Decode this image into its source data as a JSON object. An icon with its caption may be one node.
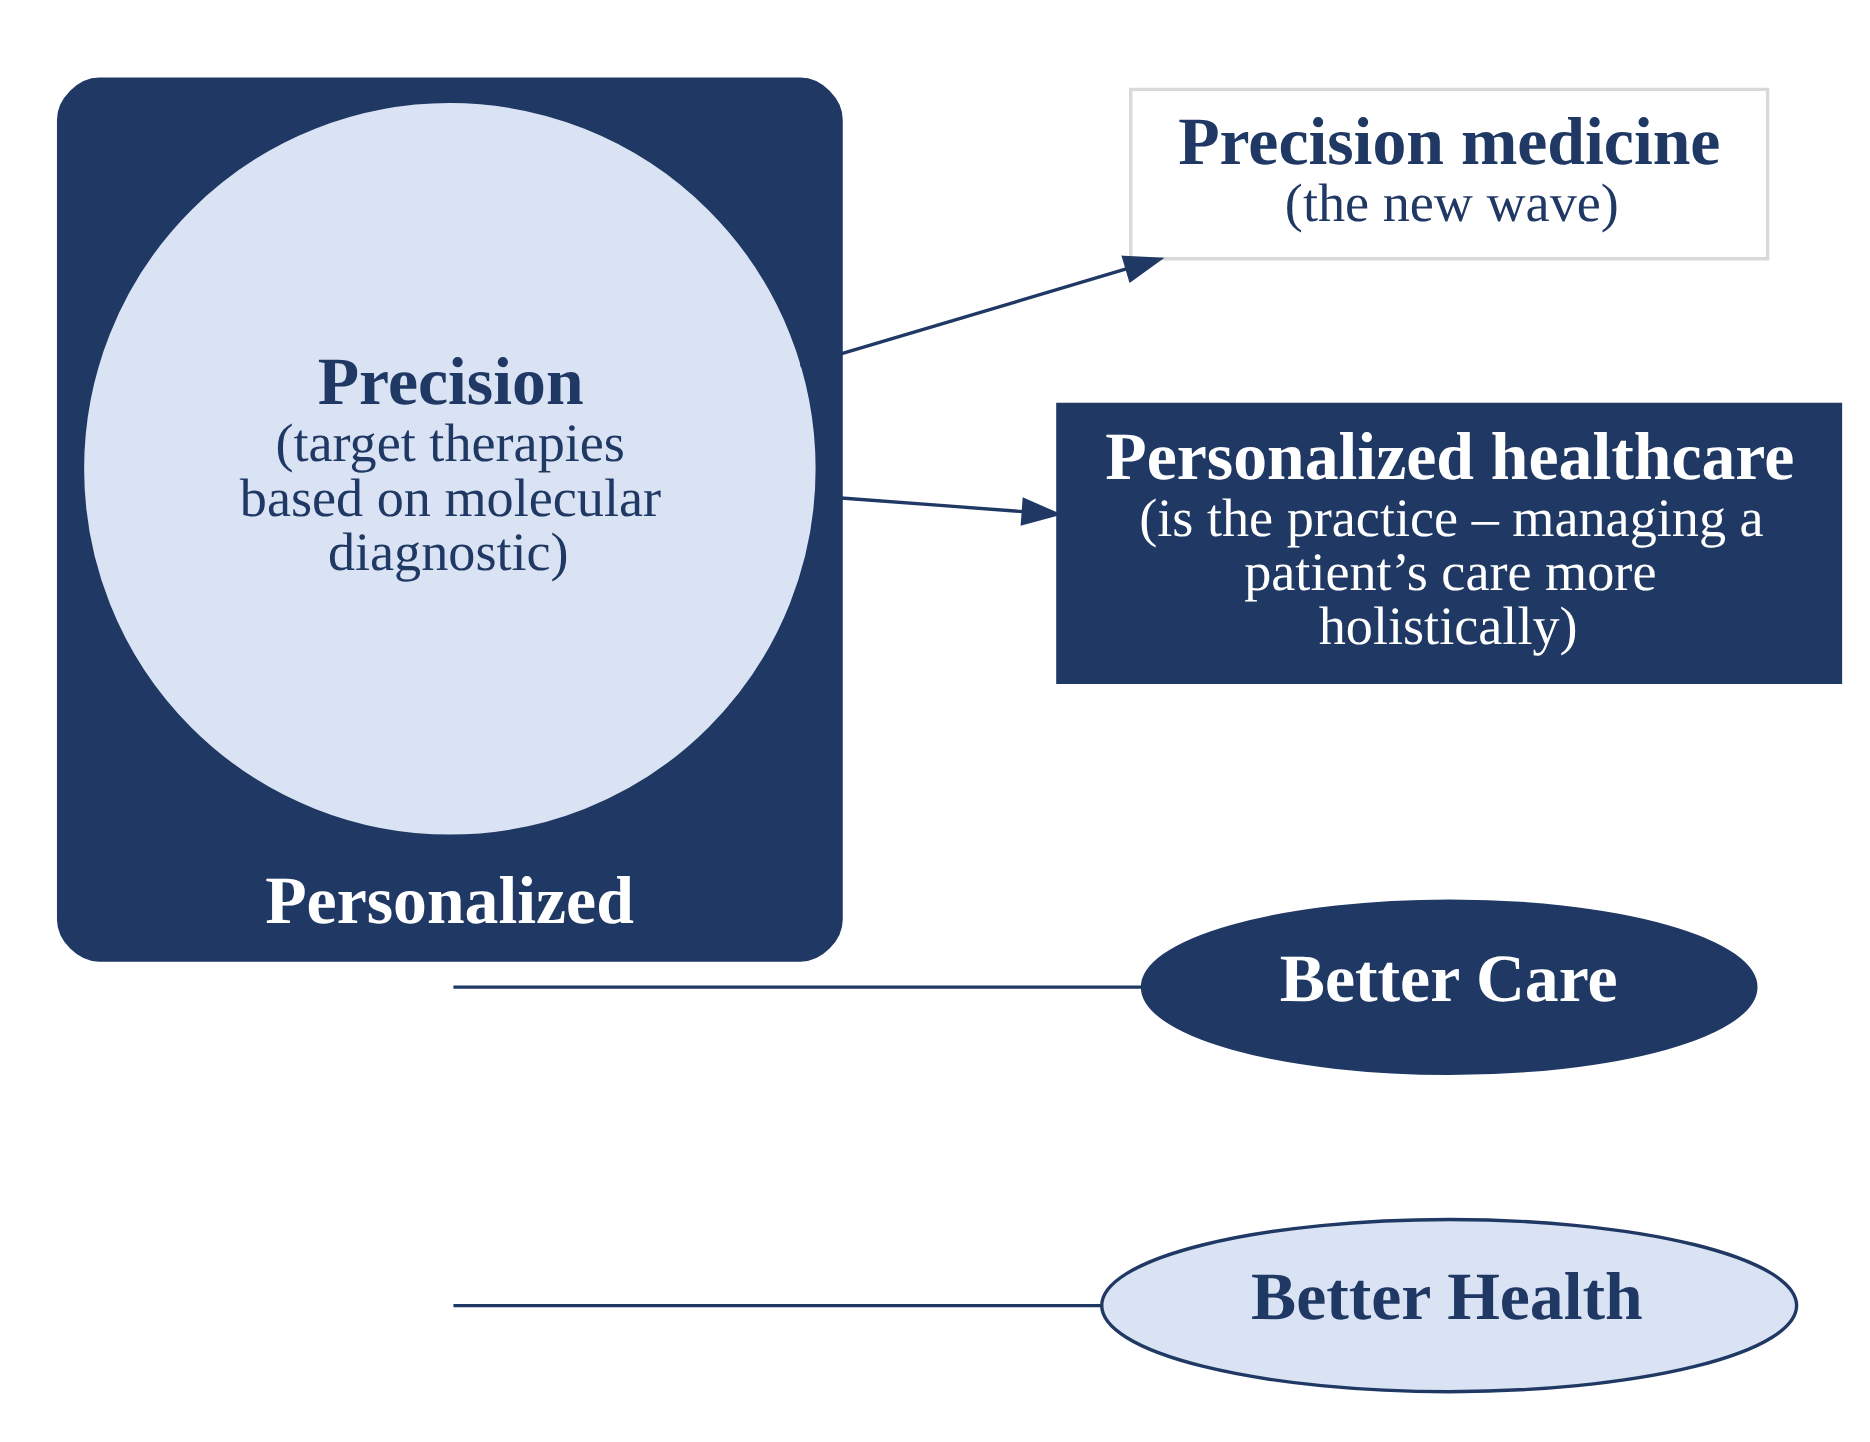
{
  "diagram": {
    "nodes": [
      {
        "text": [
          "Better Health"
        ]
      },
      {
        "text": [
          "Better Care"
        ]
      },
      {
        "text": [
          "Personalized"
        ]
      },
      {
        "text": [
          "Precision",
          "(target therapies based on molecular diagnostic)"
        ],
        "in": 2
      },
      {
        "text": [
          "Precision medicine",
          "(the new wave)"
        ]
      },
      {
        "text": [
          "Personalized healthcare",
          "(is the practice – managing a patient’s care more holistically)"
        ]
      }
    ],
    "edges": [
      {
        "from": null,
        "to": 0,
        "arrow": "none"
      },
      {
        "from": null,
        "to": 1,
        "arrow": "none"
      },
      {
        "from": 3,
        "to": 4,
        "arrow": "to"
      },
      {
        "from": 2,
        "to": 5,
        "arrow": "to"
      }
    ]
  }
}
